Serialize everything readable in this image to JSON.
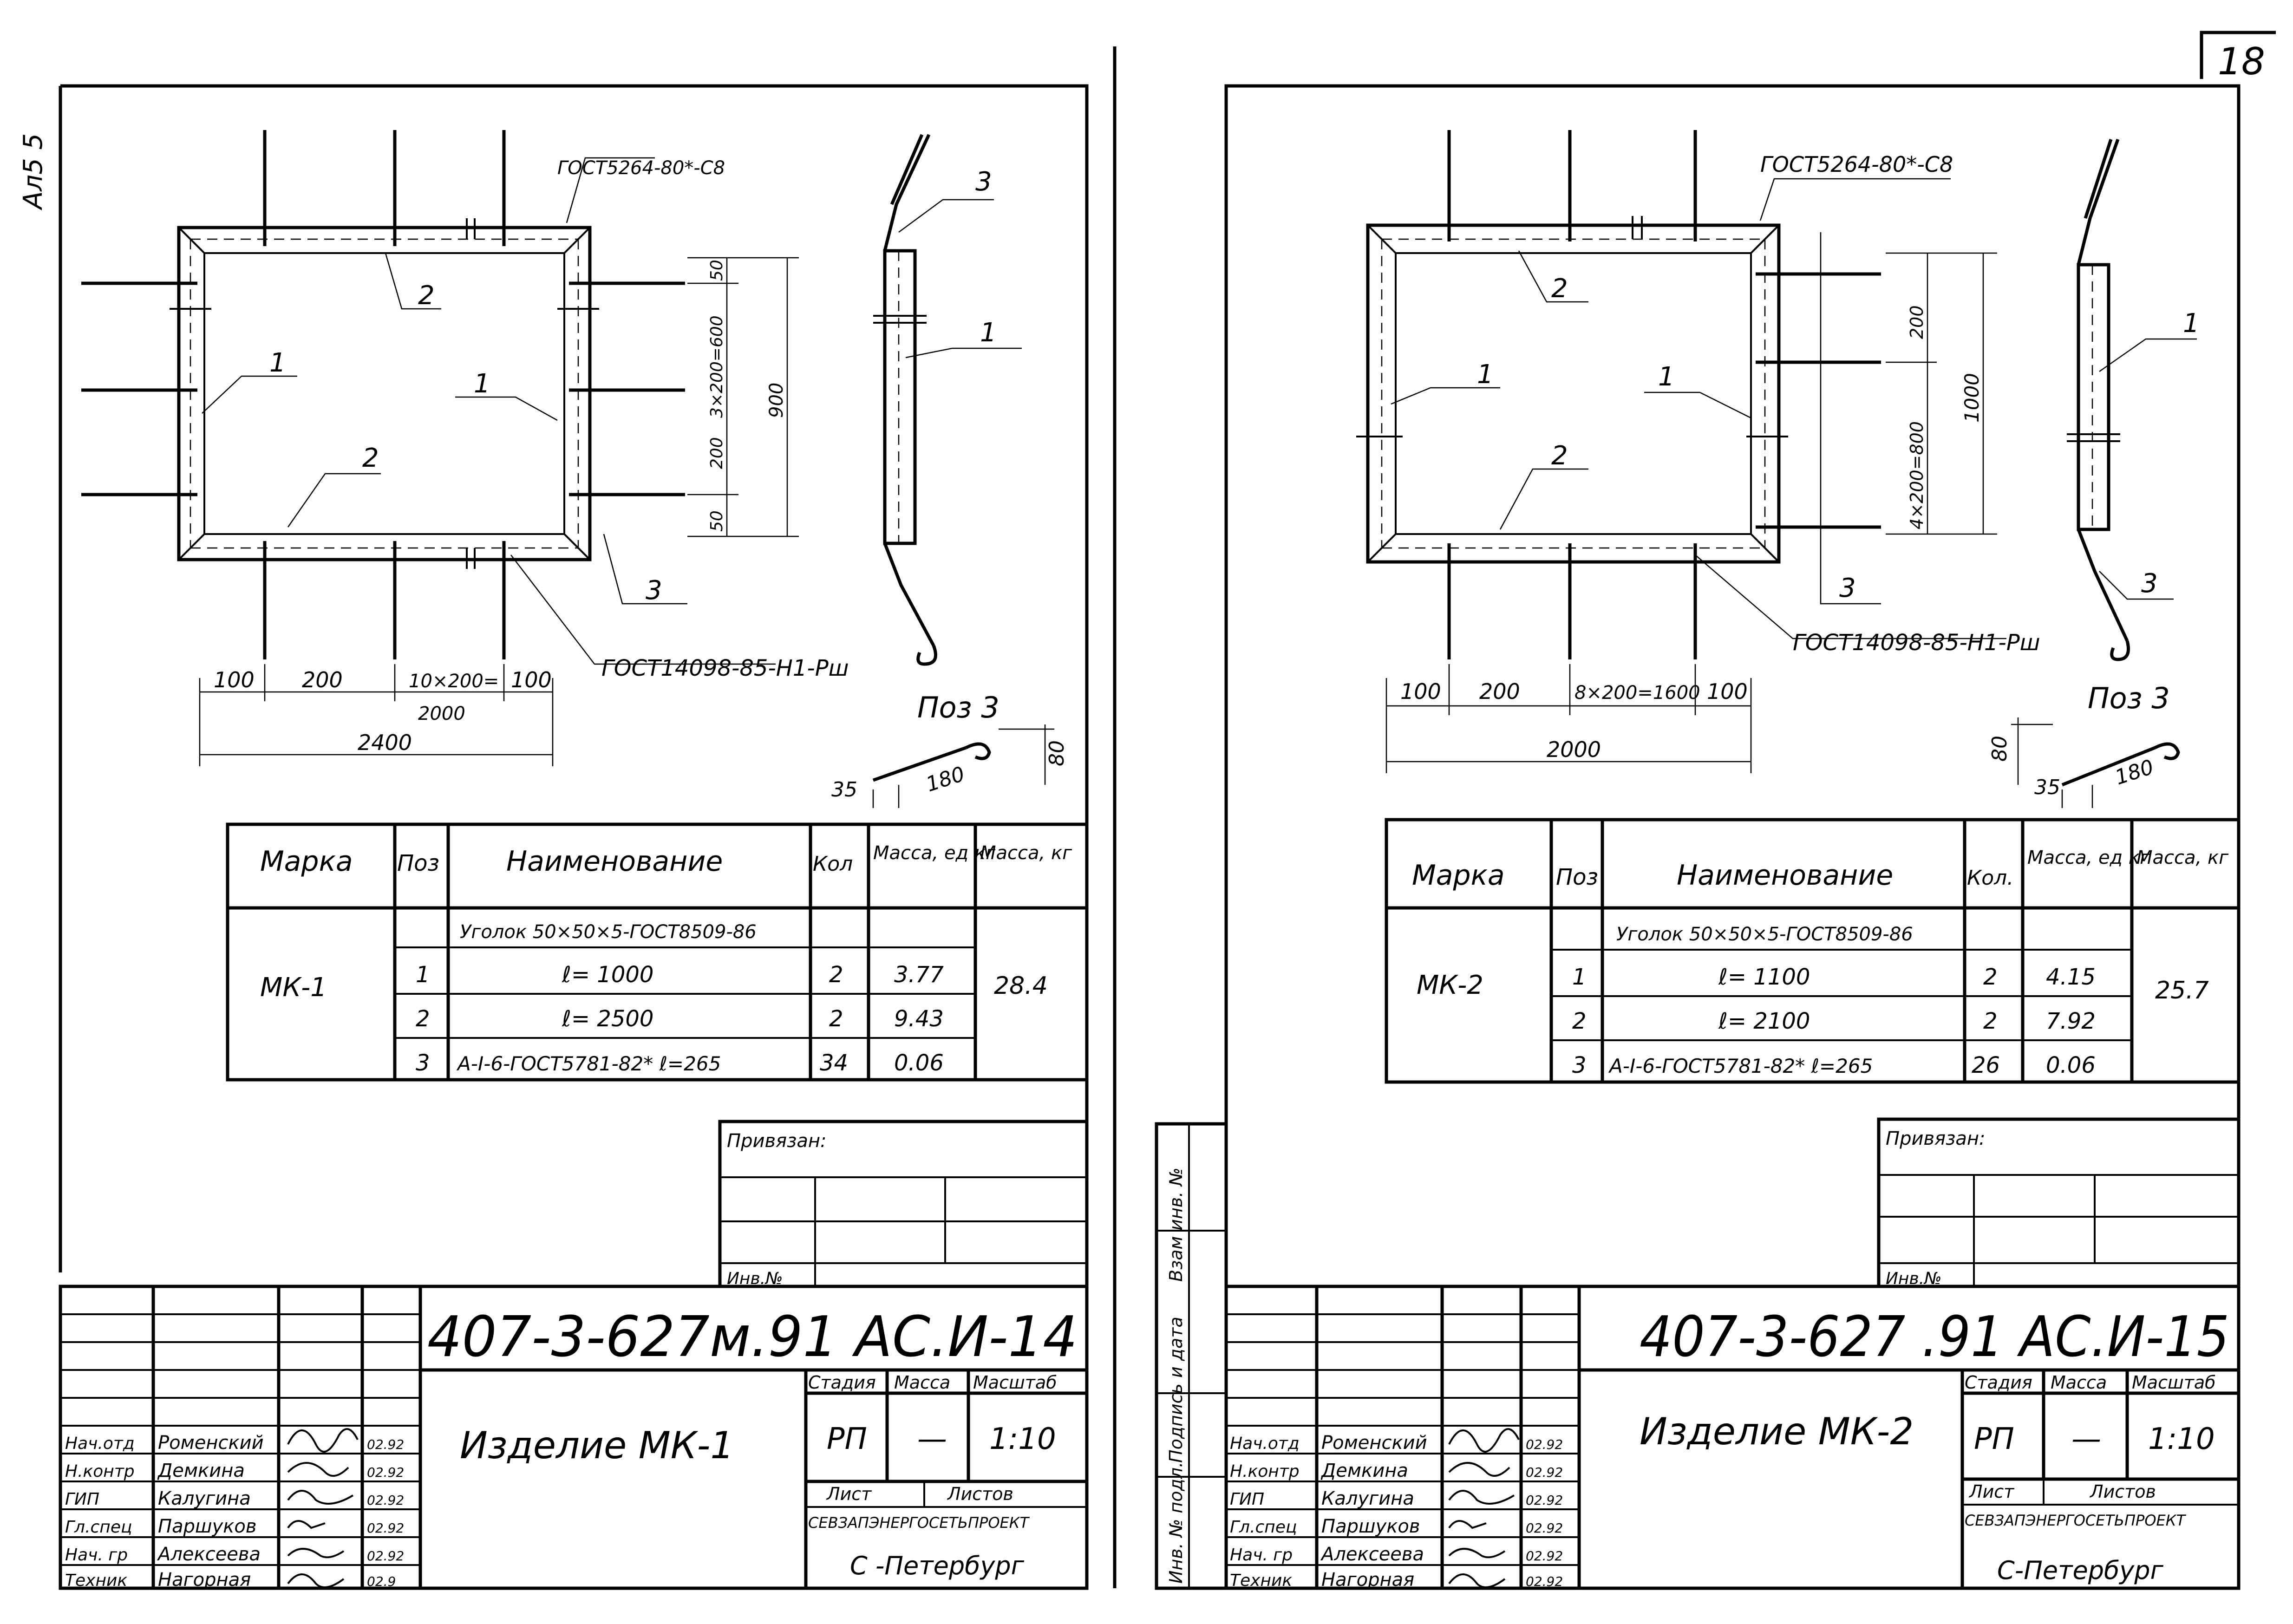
{
  "sheet_number": "18",
  "margin_mark": "Ал5 5",
  "left_sheet": {
    "gost_top": "ГОСТ5264-80*-С8",
    "gost_bottom": "ГОСТ14098-85-Н1-Рш",
    "pos_labels": {
      "p1a": "1",
      "p1b": "1",
      "p1c": "1",
      "p2a": "2",
      "p2b": "2",
      "p3a": "3",
      "p3b": "3"
    },
    "dims": {
      "d100a": "100",
      "d200": "200",
      "d10x200": "10×200=",
      "d2000": "2000",
      "d100b": "100",
      "d2400": "2400",
      "v3x200": "3×200=600",
      "v50a": "50",
      "v200": "200",
      "v50b": "50",
      "v900": "900"
    },
    "poz3": {
      "title": "Поз 3",
      "d35": "35",
      "d180": "180",
      "d80": "80"
    },
    "spec": {
      "headers": {
        "marka": "Марка",
        "poz": "Поз",
        "name": "Наименование",
        "kol": "Кол",
        "mass_unit": "Масса, ед кг",
        "mass": "Масса, кг"
      },
      "mark": "МК-1",
      "total": "28.4",
      "row0": {
        "name": "Уголок 50×50×5-ГОСТ8509-86"
      },
      "row1": {
        "poz": "1",
        "name": "ℓ= 1000",
        "kol": "2",
        "mass": "3.77"
      },
      "row2": {
        "poz": "2",
        "name": "ℓ= 2500",
        "kol": "2",
        "mass": "9.43"
      },
      "row3": {
        "poz": "3",
        "name": "А-I-6-ГОСТ5781-82* ℓ=265",
        "kol": "34",
        "mass": "0.06"
      }
    },
    "privyazan": "Привязан:",
    "inv": "Инв.№",
    "code": "407-3-627м.91 АС.И-14",
    "title": "Изделие МК-1",
    "stage_h": "Стадия",
    "mass_h": "Масса",
    "scale_h": "Масштаб",
    "stage": "РП",
    "mass": "—",
    "scale": "1:10",
    "list_h": "Лист",
    "listov_h": "Листов",
    "org": "СЕВЗАПЭНЕРГОСЕТЬПРОЕКТ",
    "city": "С -Петербург",
    "staff": [
      {
        "role": "Нач.отд",
        "name": "Роменский",
        "date": "02.92"
      },
      {
        "role": "Н.контр",
        "name": "Демкина",
        "date": "02.92"
      },
      {
        "role": "ГИП",
        "name": "Калугина",
        "date": "02.92"
      },
      {
        "role": "Гл.спец",
        "name": "Паршуков",
        "date": "02.92"
      },
      {
        "role": "Нач. гр",
        "name": "Алексеева",
        "date": "02.92"
      },
      {
        "role": "Техник",
        "name": "Нагорная",
        "date": "02.9"
      }
    ]
  },
  "right_sheet": {
    "gost_top": "ГОСТ5264-80*-С8",
    "gost_bottom": "ГОСТ14098-85-Н1-Рш",
    "pos_labels": {
      "p1a": "1",
      "p1b": "1",
      "p1c": "1",
      "p2a": "2",
      "p2b": "2",
      "p3a": "3",
      "p3b": "3"
    },
    "dims": {
      "d100a": "100",
      "d200": "200",
      "d8x200": "8×200=1600",
      "d100b": "100",
      "d2000": "2000",
      "v200": "200",
      "v4x200": "4×200=800",
      "v1000": "1000"
    },
    "poz3": {
      "title": "Поз 3",
      "d35": "35",
      "d180": "180",
      "d80": "80"
    },
    "spec": {
      "headers": {
        "marka": "Марка",
        "poz": "Поз",
        "name": "Наименование",
        "kol": "Кол.",
        "mass_unit": "Масса, ед кг",
        "mass": "Масса, кг"
      },
      "mark": "МК-2",
      "total": "25.7",
      "row0": {
        "name": "Уголок 50×50×5-ГОСТ8509-86"
      },
      "row1": {
        "poz": "1",
        "name": "ℓ= 1100",
        "kol": "2",
        "mass": "4.15"
      },
      "row2": {
        "poz": "2",
        "name": "ℓ= 2100",
        "kol": "2",
        "mass": "7.92"
      },
      "row3": {
        "poz": "3",
        "name": "А-I-6-ГОСТ5781-82* ℓ=265",
        "kol": "26",
        "mass": "0.06"
      }
    },
    "privyazan": "Привязан:",
    "inv": "Инв.№",
    "code": "407-3-627 .91 АС.И-15",
    "title": "Изделие МК-2",
    "stage_h": "Стадия",
    "mass_h": "Масса",
    "scale_h": "Масштаб",
    "stage": "РП",
    "mass": "—",
    "scale": "1:10",
    "list_h": "Лист",
    "listov_h": "Листов",
    "org": "СЕВЗАПЭНЕРГОСЕТЬПРОЕКТ",
    "city": "С-Петербург",
    "staff": [
      {
        "role": "Нач.отд",
        "name": "Роменский",
        "date": "02.92"
      },
      {
        "role": "Н.контр",
        "name": "Демкина",
        "date": "02.92"
      },
      {
        "role": "ГИП",
        "name": "Калугина",
        "date": "02.92"
      },
      {
        "role": "Гл.спец",
        "name": "Паршуков",
        "date": "02.92"
      },
      {
        "role": "Нач. гр",
        "name": "Алексеева",
        "date": "02.92"
      },
      {
        "role": "Техник",
        "name": "Нагорная",
        "date": "02.92"
      }
    ],
    "side_stamp": {
      "inv_podl": "Инв. № подл.",
      "podpis": "Подпись и дата",
      "vzam": "Взам инв. №"
    }
  }
}
